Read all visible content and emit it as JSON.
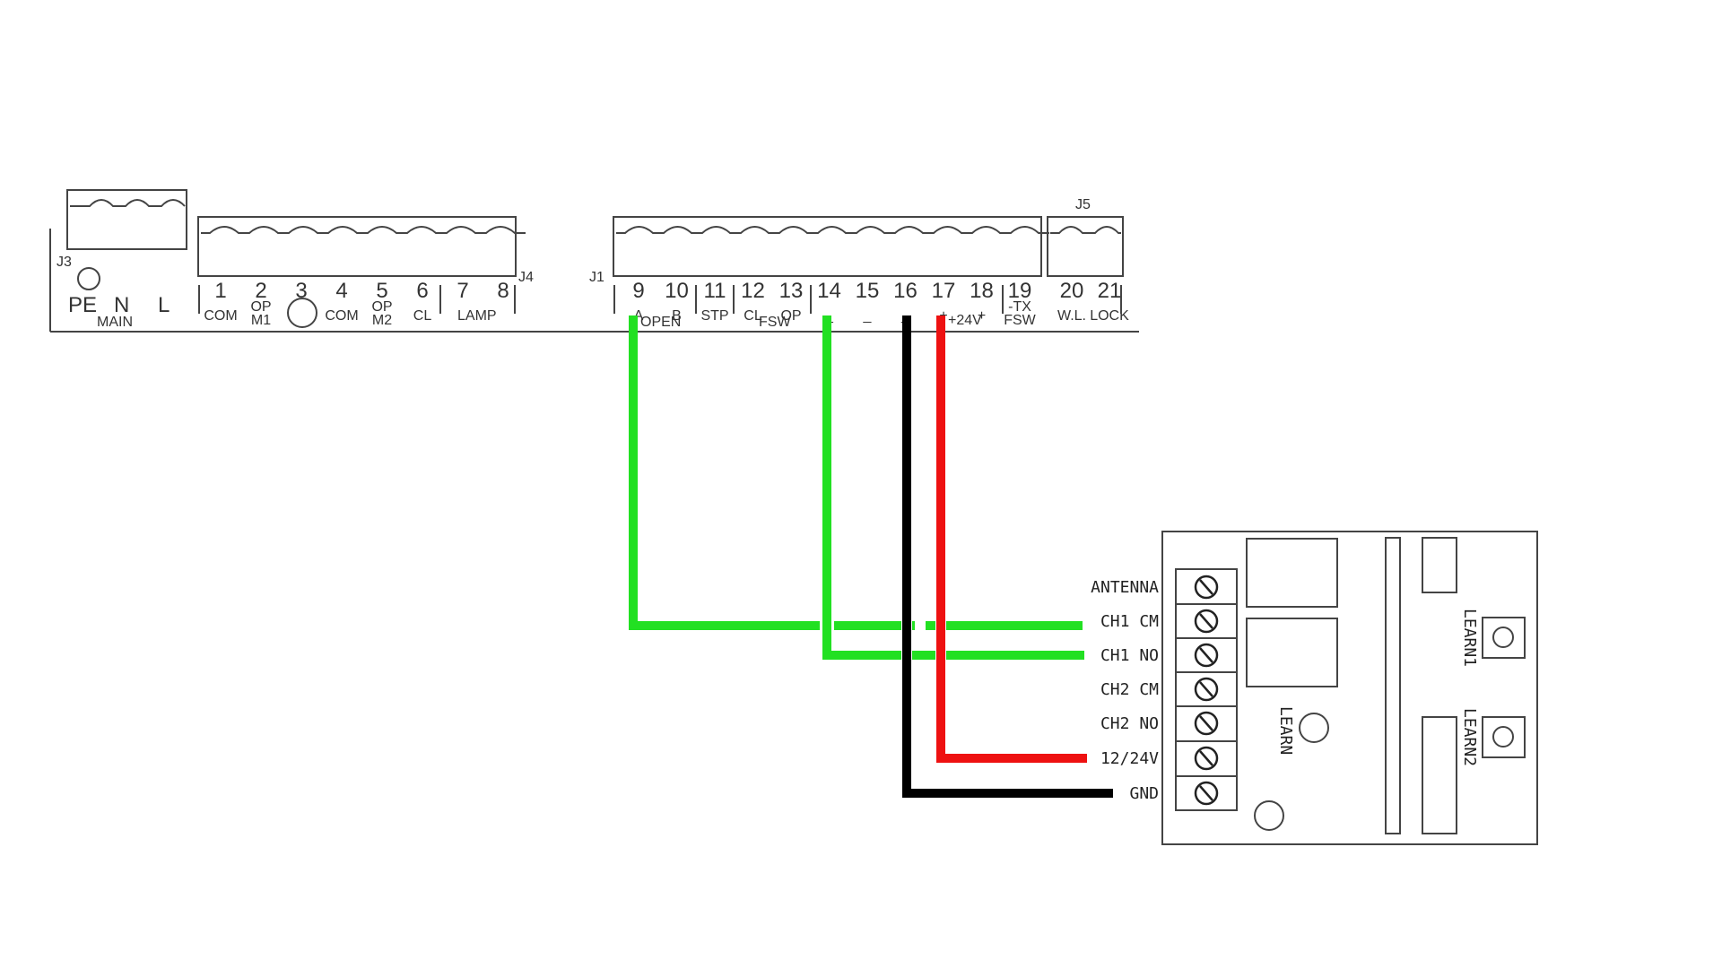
{
  "colors": {
    "green": "#22e022",
    "black": "#000000",
    "red": "#ee1111",
    "line": "#444444"
  },
  "connectors": {
    "j3": "J3",
    "j4": "J4",
    "j1": "J1",
    "j5": "J5"
  },
  "main": {
    "pe": "PE",
    "n": "N",
    "l": "L",
    "label": "MAIN"
  },
  "j4_terms": [
    {
      "num": "1",
      "sub": "COM"
    },
    {
      "num": "2",
      "sub": "OP",
      "sub2": "M1"
    },
    {
      "num": "3",
      "sub": ""
    },
    {
      "num": "4",
      "sub": "COM"
    },
    {
      "num": "5",
      "sub": "OP",
      "sub2": "M2"
    },
    {
      "num": "6",
      "sub": "CL"
    },
    {
      "num": "7",
      "sub": ""
    },
    {
      "num": "8",
      "sub": ""
    }
  ],
  "lamp": "LAMP",
  "j1_terms": [
    {
      "num": "9",
      "sub": "A"
    },
    {
      "num": "10",
      "sub": "B"
    },
    {
      "num": "11",
      "sub": "STP"
    },
    {
      "num": "12",
      "sub": "CL"
    },
    {
      "num": "13",
      "sub": "OP"
    },
    {
      "num": "14",
      "sub": "_"
    },
    {
      "num": "15",
      "sub": "_"
    },
    {
      "num": "16",
      "sub": "_"
    },
    {
      "num": "17",
      "sub": "+"
    },
    {
      "num": "18",
      "sub": "+"
    },
    {
      "num": "19",
      "sub": "-TX",
      "sub2": "FSW"
    }
  ],
  "group_labels": {
    "open": "OPEN",
    "fsw": "FSW",
    "plus24": "+24V"
  },
  "j5_terms": [
    {
      "num": "20",
      "sub": "W.L."
    },
    {
      "num": "21",
      "sub": "LOCK"
    }
  ],
  "module": {
    "terminals": [
      "ANTENNA",
      "CH1 CM",
      "CH1 NO",
      "CH2 CM",
      "CH2 NO",
      "12/24V",
      "GND"
    ],
    "learn": "LEARN",
    "learn1": "LEARN1",
    "learn2": "LEARN2"
  }
}
